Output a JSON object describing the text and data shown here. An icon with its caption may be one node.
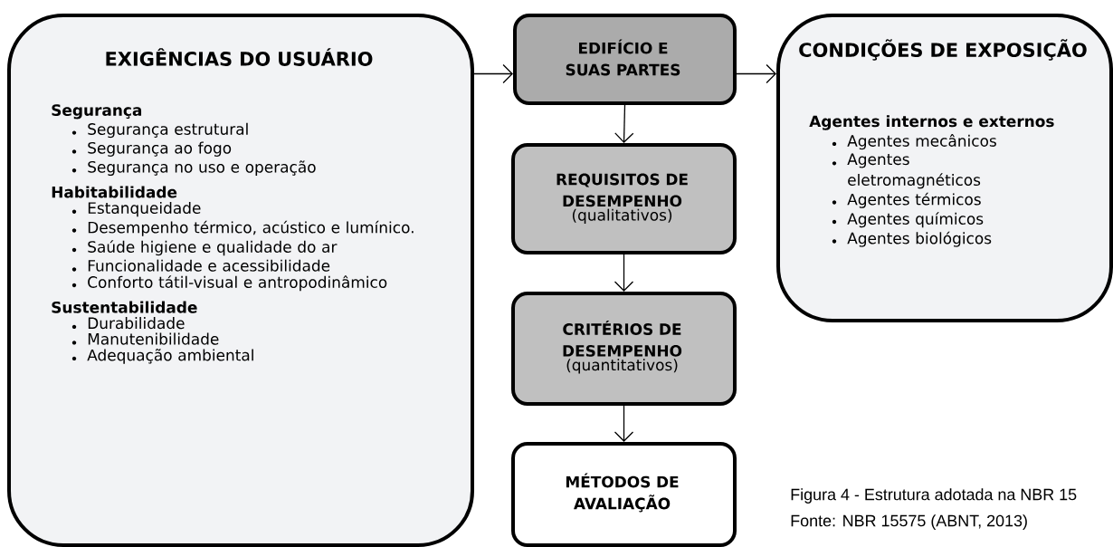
{
  "diagram": {
    "caption": "Figura 4 - Estrutura adotada na NBR 15",
    "nodes": [
      {
        "text": [
          "EXIGÊNCIAS DO USUÁRIO",
          "Segurança",
          "Segurança estrutural",
          "Segurança ao fogo",
          "Segurança no uso e operação",
          "Habitabilidade",
          "Estanqueidade",
          "Desempenho térmico, acústico e lumínico.",
          "Saúde higiene e qualidade do ar",
          "Funcionalidade e acessibilidade",
          "Conforto tátil-visual e antropodinâmico",
          "Sustentabilidade",
          "Durabilidade",
          "Manutenibilidade",
          "Adequação ambiental"
        ]
      },
      {
        "text": [
          "EDIFÍCIO E SUAS PARTES"
        ]
      },
      {
        "text": [
          "CONDIÇÕES DE EXPOSIÇÃO",
          "Agentes internos e externos",
          "Agentes mecânicos",
          "Agentes eletromagnéticos",
          "Agentes térmicos",
          "Agentes químicos",
          "Agentes biológicos"
        ]
      },
      {
        "text": [
          "REQUISITOS DE DESEMPENHO",
          "(qualitativos)"
        ]
      },
      {
        "text": [
          "CRITÉRIOS DE DESEMPENHO",
          "(quantitativos)"
        ]
      },
      {
        "text": [
          "MÉTODOS DE AVALIAÇÃO"
        ]
      }
    ],
    "edges": [
      {
        "from": 0,
        "to": 1,
        "arrow": "to"
      },
      {
        "from": 1,
        "to": 2,
        "arrow": "to"
      },
      {
        "from": 1,
        "to": 3,
        "arrow": "to"
      },
      {
        "from": 3,
        "to": 4,
        "arrow": "to"
      },
      {
        "from": 4,
        "to": 5,
        "arrow": "to"
      }
    ],
    "labels": [
      "Fonte: NBR 15575 (ABNT, 2013)"
    ]
  }
}
